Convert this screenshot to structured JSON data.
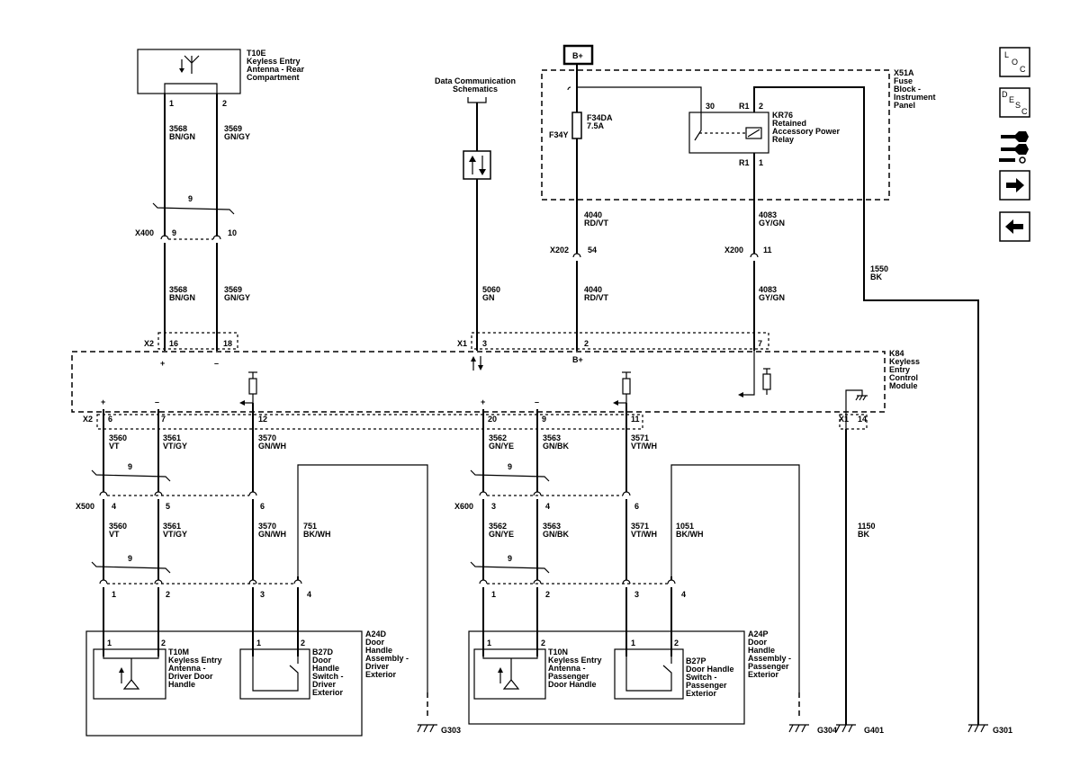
{
  "components": {
    "t10e": {
      "lines": [
        "T10E",
        "Keyless Entry",
        "Antenna - Rear",
        "Compartment"
      ],
      "pins": [
        "1",
        "2"
      ]
    },
    "data_comm": {
      "lines": [
        "Data Communication",
        "Schematics"
      ]
    },
    "bplus_top": "B+",
    "x51a": {
      "lines": [
        "X51A",
        "Fuse",
        "Block -",
        "Instrument",
        "Panel"
      ]
    },
    "f34da": {
      "lines": [
        "F34DA",
        "7.5A"
      ],
      "ref": "F34Y"
    },
    "kr76": {
      "lines": [
        "KR76",
        "Retained",
        "Accessory Power",
        "Relay"
      ],
      "pin_30": "30",
      "pin_r1_top": "R1",
      "pin_2": "2",
      "pin_r1_bot": "R1",
      "pin_1": "1"
    },
    "k84": {
      "lines": [
        "K84",
        "Keyless",
        "Entry",
        "Control",
        "Module"
      ],
      "bplus": "B+"
    },
    "a24d": {
      "lines": [
        "A24D",
        "Door",
        "Handle",
        "Assembly -",
        "Driver",
        "Exterior"
      ]
    },
    "t10m": {
      "lines": [
        "T10M",
        "Keyless Entry",
        "Antenna -",
        "Driver Door",
        "Handle"
      ]
    },
    "b27d": {
      "lines": [
        "B27D",
        "Door",
        "Handle",
        "Switch -",
        "Driver",
        "Exterior"
      ]
    },
    "a24p": {
      "lines": [
        "A24P",
        "Door",
        "Handle",
        "Assembly -",
        "Passenger",
        "Exterior"
      ]
    },
    "t10n": {
      "lines": [
        "T10N",
        "Keyless Entry",
        "Antenna -",
        "Passenger",
        "Door Handle"
      ]
    },
    "b27p": {
      "lines": [
        "B27P",
        "Door Handle",
        "Switch -",
        "Passenger",
        "Exterior"
      ]
    },
    "inner_pins": {
      "one": "1",
      "two": "2"
    }
  },
  "connectors": {
    "x400": {
      "name": "X400",
      "pins": [
        "9",
        "10"
      ]
    },
    "x2_top": {
      "name": "X2",
      "pins": [
        "16",
        "18"
      ]
    },
    "x1_top": {
      "name": "X1",
      "pins": [
        "3",
        "2",
        "7"
      ]
    },
    "x202": {
      "name": "X202",
      "pin": "54"
    },
    "x200": {
      "name": "X200",
      "pin": "11"
    },
    "x2_bot": {
      "name": "X2",
      "pins": [
        "6",
        "7",
        "12",
        "20",
        "9",
        "11"
      ]
    },
    "x1_bot": {
      "name": "X1",
      "pin": "14"
    },
    "x500": {
      "name": "X500",
      "pins": [
        "4",
        "5",
        "6"
      ]
    },
    "x600": {
      "name": "X600",
      "pins": [
        "3",
        "4",
        "6"
      ]
    },
    "lower_pins": [
      "1",
      "2",
      "3",
      "4"
    ]
  },
  "wires": {
    "w3568": {
      "circuit": "3568",
      "color": "BN/GN"
    },
    "w3569": {
      "circuit": "3569",
      "color": "GN/GY"
    },
    "w5060": {
      "circuit": "5060",
      "color": "GN"
    },
    "w4040": {
      "circuit": "4040",
      "color": "RD/VT"
    },
    "w4083": {
      "circuit": "4083",
      "color": "GY/GN"
    },
    "w1550": {
      "circuit": "1550",
      "color": "BK"
    },
    "w3560": {
      "circuit": "3560",
      "color": "VT"
    },
    "w3561": {
      "circuit": "3561",
      "color": "VT/GY"
    },
    "w3570": {
      "circuit": "3570",
      "color": "GN/WH"
    },
    "w751": {
      "circuit": "751",
      "color": "BK/WH"
    },
    "w3562": {
      "circuit": "3562",
      "color": "GN/YE"
    },
    "w3563": {
      "circuit": "3563",
      "color": "GN/BK"
    },
    "w3571": {
      "circuit": "3571",
      "color": "VT/WH"
    },
    "w1051": {
      "circuit": "1051",
      "color": "BK/WH"
    },
    "w1150": {
      "circuit": "1150",
      "color": "BK"
    }
  },
  "twist_label": "9",
  "polarity": {
    "plus": "+",
    "minus": "–"
  },
  "grounds": {
    "g303": "G303",
    "g304": "G304",
    "g401": "G401",
    "g301": "G301"
  },
  "nav": {
    "loc": [
      "L",
      "O",
      "C"
    ],
    "desc": [
      "D",
      "E",
      "S",
      "C"
    ],
    "connector_icon": "connector-icon",
    "next_icon": "arrow-right-icon",
    "prev_icon": "arrow-left-icon"
  }
}
